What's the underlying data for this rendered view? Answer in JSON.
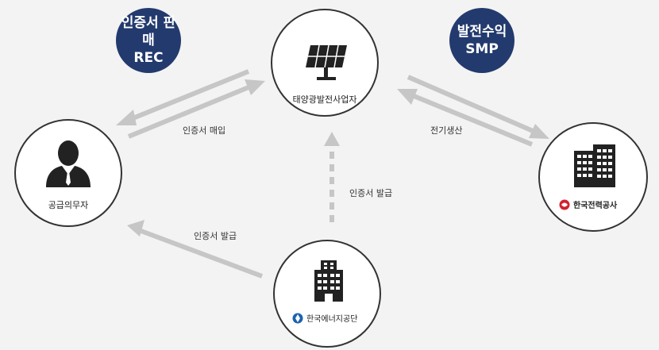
{
  "badges": {
    "rec": {
      "line1": "인증서 판매",
      "line2": "REC"
    },
    "smp": {
      "line1": "발전수익",
      "line2": "SMP"
    }
  },
  "nodes": {
    "solar": {
      "label": "태양광발전사업자"
    },
    "obligor": {
      "label": "공급의무자"
    },
    "kepco": {
      "label": "한국전력공사"
    },
    "energy": {
      "label": "한국에너지공단"
    }
  },
  "edges": {
    "buy_cert": "인증서 매입",
    "generate": "전기생산",
    "issue_solar": "인증서 발급",
    "issue_obligor": "인증서 발급"
  },
  "colors": {
    "badge": "#233a6e",
    "arrow": "#c8c8c8",
    "kepco_red": "#d5202f",
    "energy_blue": "#1b62b0"
  }
}
